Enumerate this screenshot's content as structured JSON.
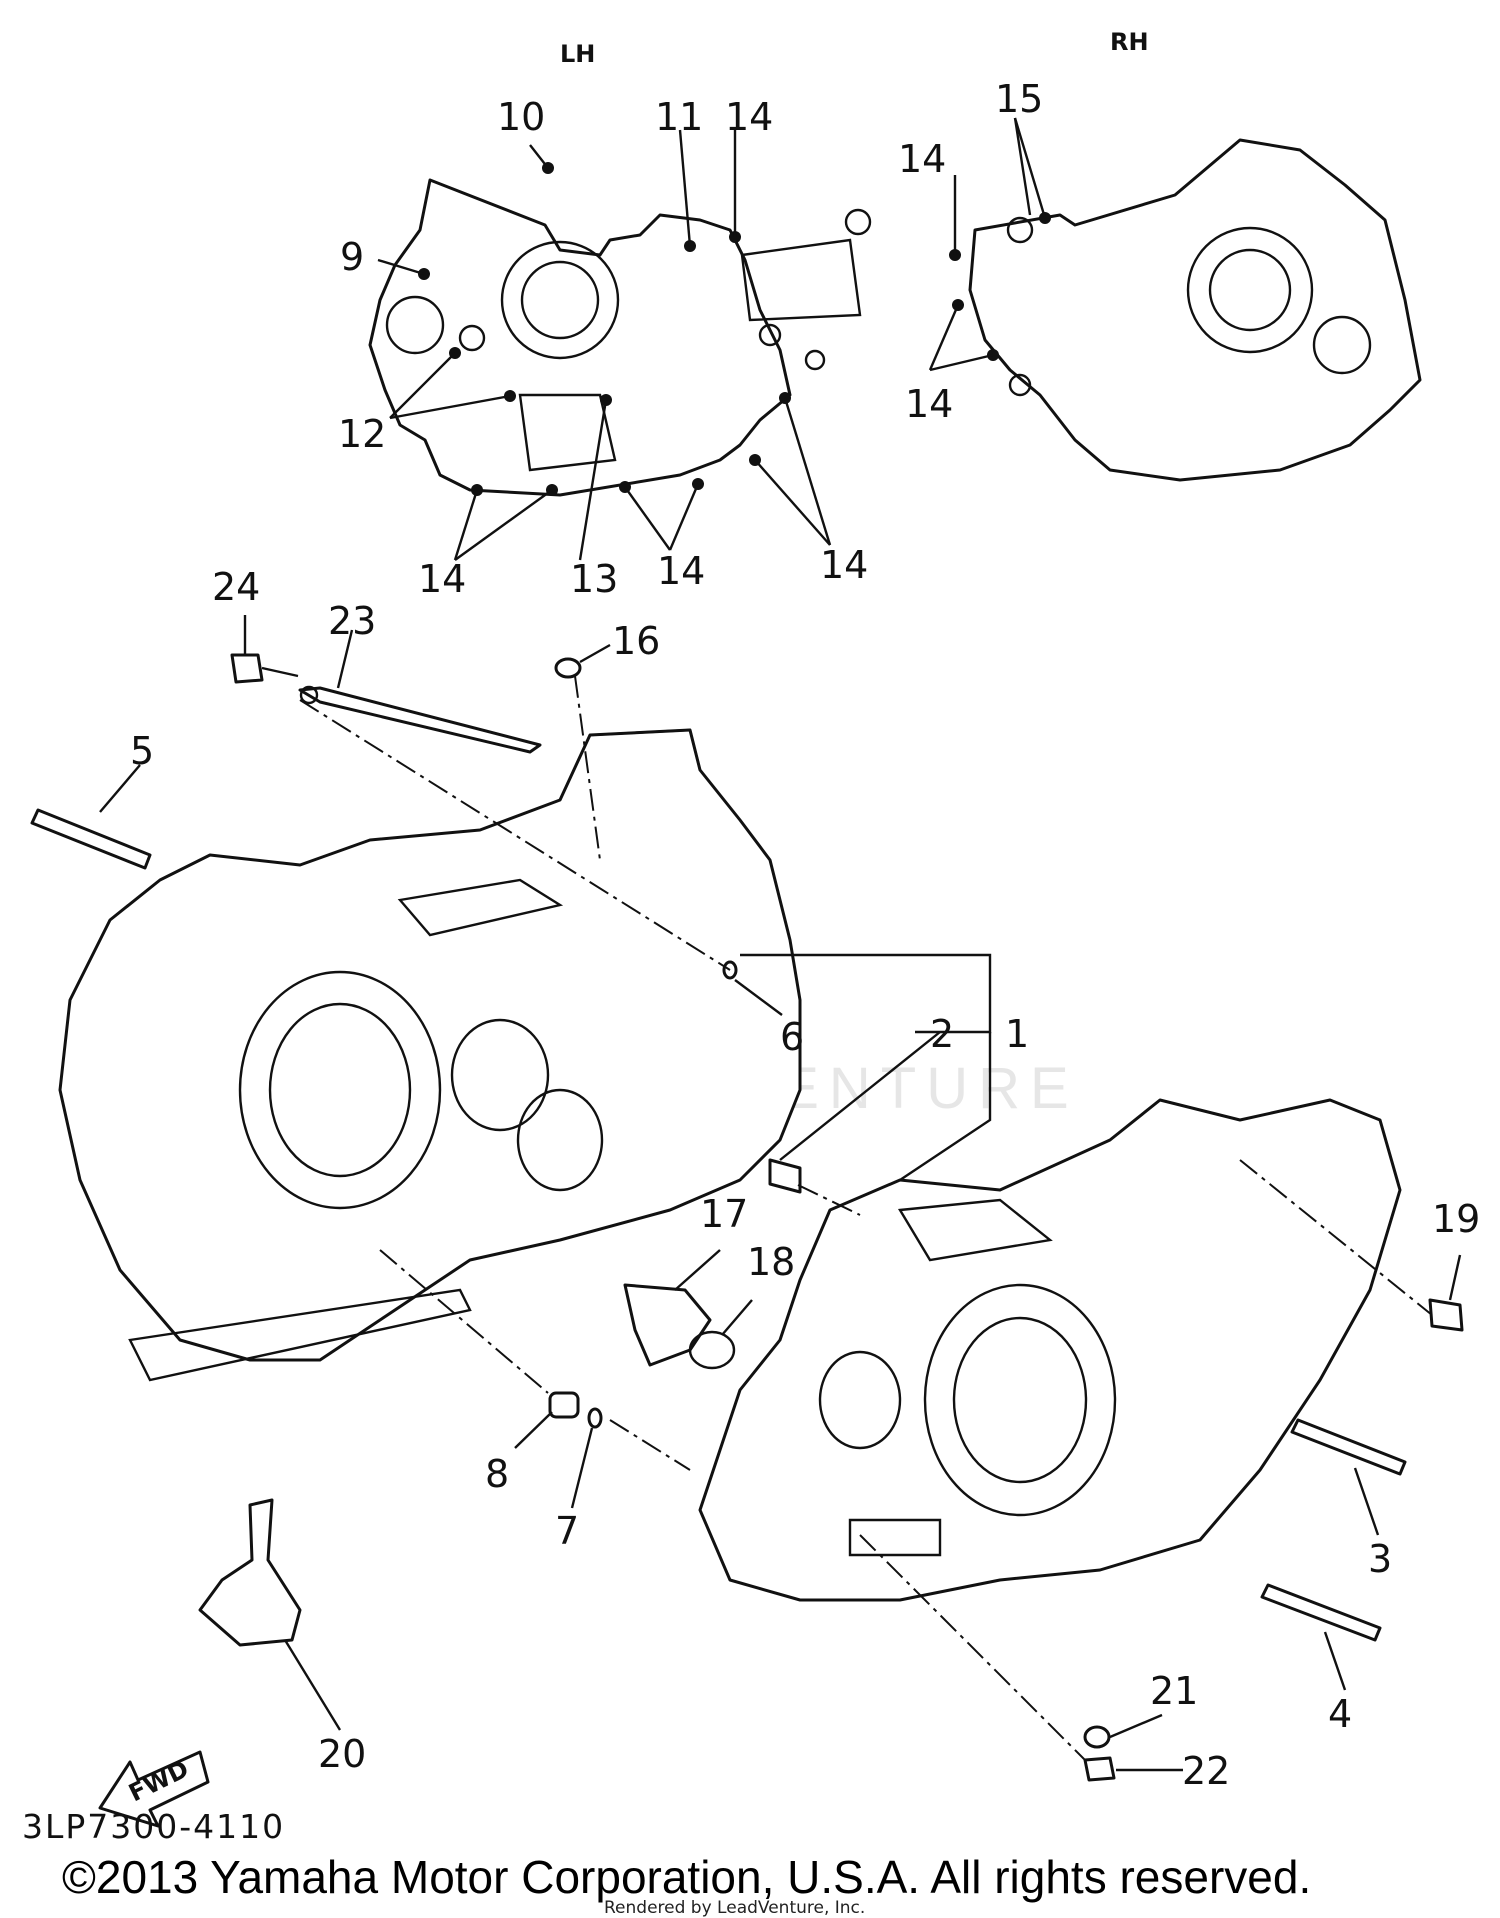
{
  "side_labels": {
    "left": "LH",
    "right": "RH"
  },
  "callouts": {
    "c1": "1",
    "c2": "2",
    "c3": "3",
    "c4": "4",
    "c5": "5",
    "c6": "6",
    "c7": "7",
    "c8": "8",
    "c9": "9",
    "c10": "10",
    "c11": "11",
    "c12": "12",
    "c13": "13",
    "c14": "14",
    "c15": "15",
    "c16": "16",
    "c17": "17",
    "c18": "18",
    "c19": "19",
    "c20": "20",
    "c21": "21",
    "c22": "22",
    "c23": "23",
    "c24": "24"
  },
  "fwd_arrow": "FWD",
  "diagram_code": "3LP7300-4110",
  "copyright": "©2013 Yamaha Motor Corporation, U.S.A. All rights reserved.",
  "rendered_by": "Rendered by LeadVenture, Inc.",
  "watermark": "LEADVENTURE"
}
